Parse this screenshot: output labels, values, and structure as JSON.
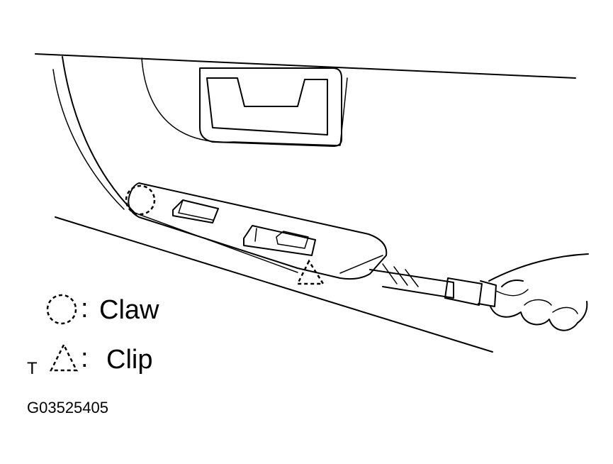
{
  "legend": {
    "claw": {
      "icon": "dashed-circle-icon",
      "separator": ":",
      "label": "Claw"
    },
    "clip": {
      "prefix": "T",
      "icon": "dashed-triangle-icon",
      "separator": ":",
      "label": "Clip"
    }
  },
  "figure_code": "G03525405"
}
